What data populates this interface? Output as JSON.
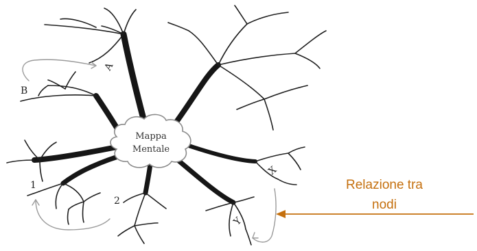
{
  "center_label": [
    "Mappa",
    "Mentale"
  ],
  "node_labels": {
    "a": "A",
    "b": "B",
    "one": "1",
    "two": "2",
    "x": "X",
    "y": "Y"
  },
  "annotation": {
    "line1": "Relazione tra",
    "line2": "nodi"
  },
  "colors": {
    "ink": "#161616",
    "relation": "#9a9a9a",
    "annotation": "#c5700e"
  }
}
